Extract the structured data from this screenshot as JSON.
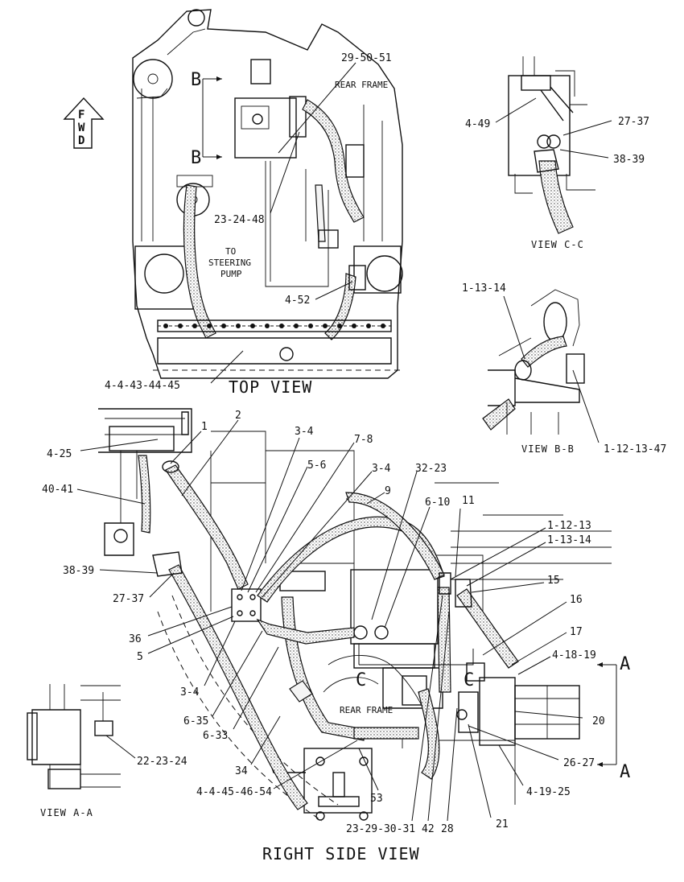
{
  "views": {
    "top": "TOP VIEW",
    "right_side": "RIGHT SIDE VIEW",
    "cc": "VIEW C-C",
    "bb": "VIEW B-B",
    "aa": "VIEW A-A"
  },
  "notes": {
    "rear_frame_top": "REAR FRAME",
    "rear_frame_side": "REAR FRAME",
    "steering_1": "TO",
    "steering_2": "STEERING",
    "steering_3": "PUMP"
  },
  "fwd_letters": [
    "F",
    "W",
    "D"
  ],
  "section_markers": {
    "b_upper": "B",
    "b_lower": "B",
    "c_left": "C",
    "c_right": "C",
    "a_upper": "A",
    "a_lower": "A"
  },
  "callouts": {
    "top": [
      "29-50-51",
      "23-24-48",
      "4-52",
      "4-4-43-44-45"
    ],
    "cc": [
      "4-49",
      "27-37",
      "38-39"
    ],
    "bb": [
      "1-13-14",
      "1-12-13-47"
    ],
    "aa": [
      "22-23-24"
    ],
    "side": [
      "4-25",
      "1",
      "2",
      "3-4",
      "7-8",
      "5-6",
      "3-4",
      "32-23",
      "9",
      "6-10",
      "11",
      "1-12-13",
      "1-13-14",
      "15",
      "16",
      "17",
      "4-18-19",
      "40-41",
      "38-39",
      "27-37",
      "36",
      "5",
      "3-4",
      "6-35",
      "6-33",
      "34",
      "4-4-45-46-54",
      "53",
      "23-29-30-31",
      "42",
      "28",
      "21",
      "26-27",
      "4-19-25",
      "20"
    ]
  }
}
